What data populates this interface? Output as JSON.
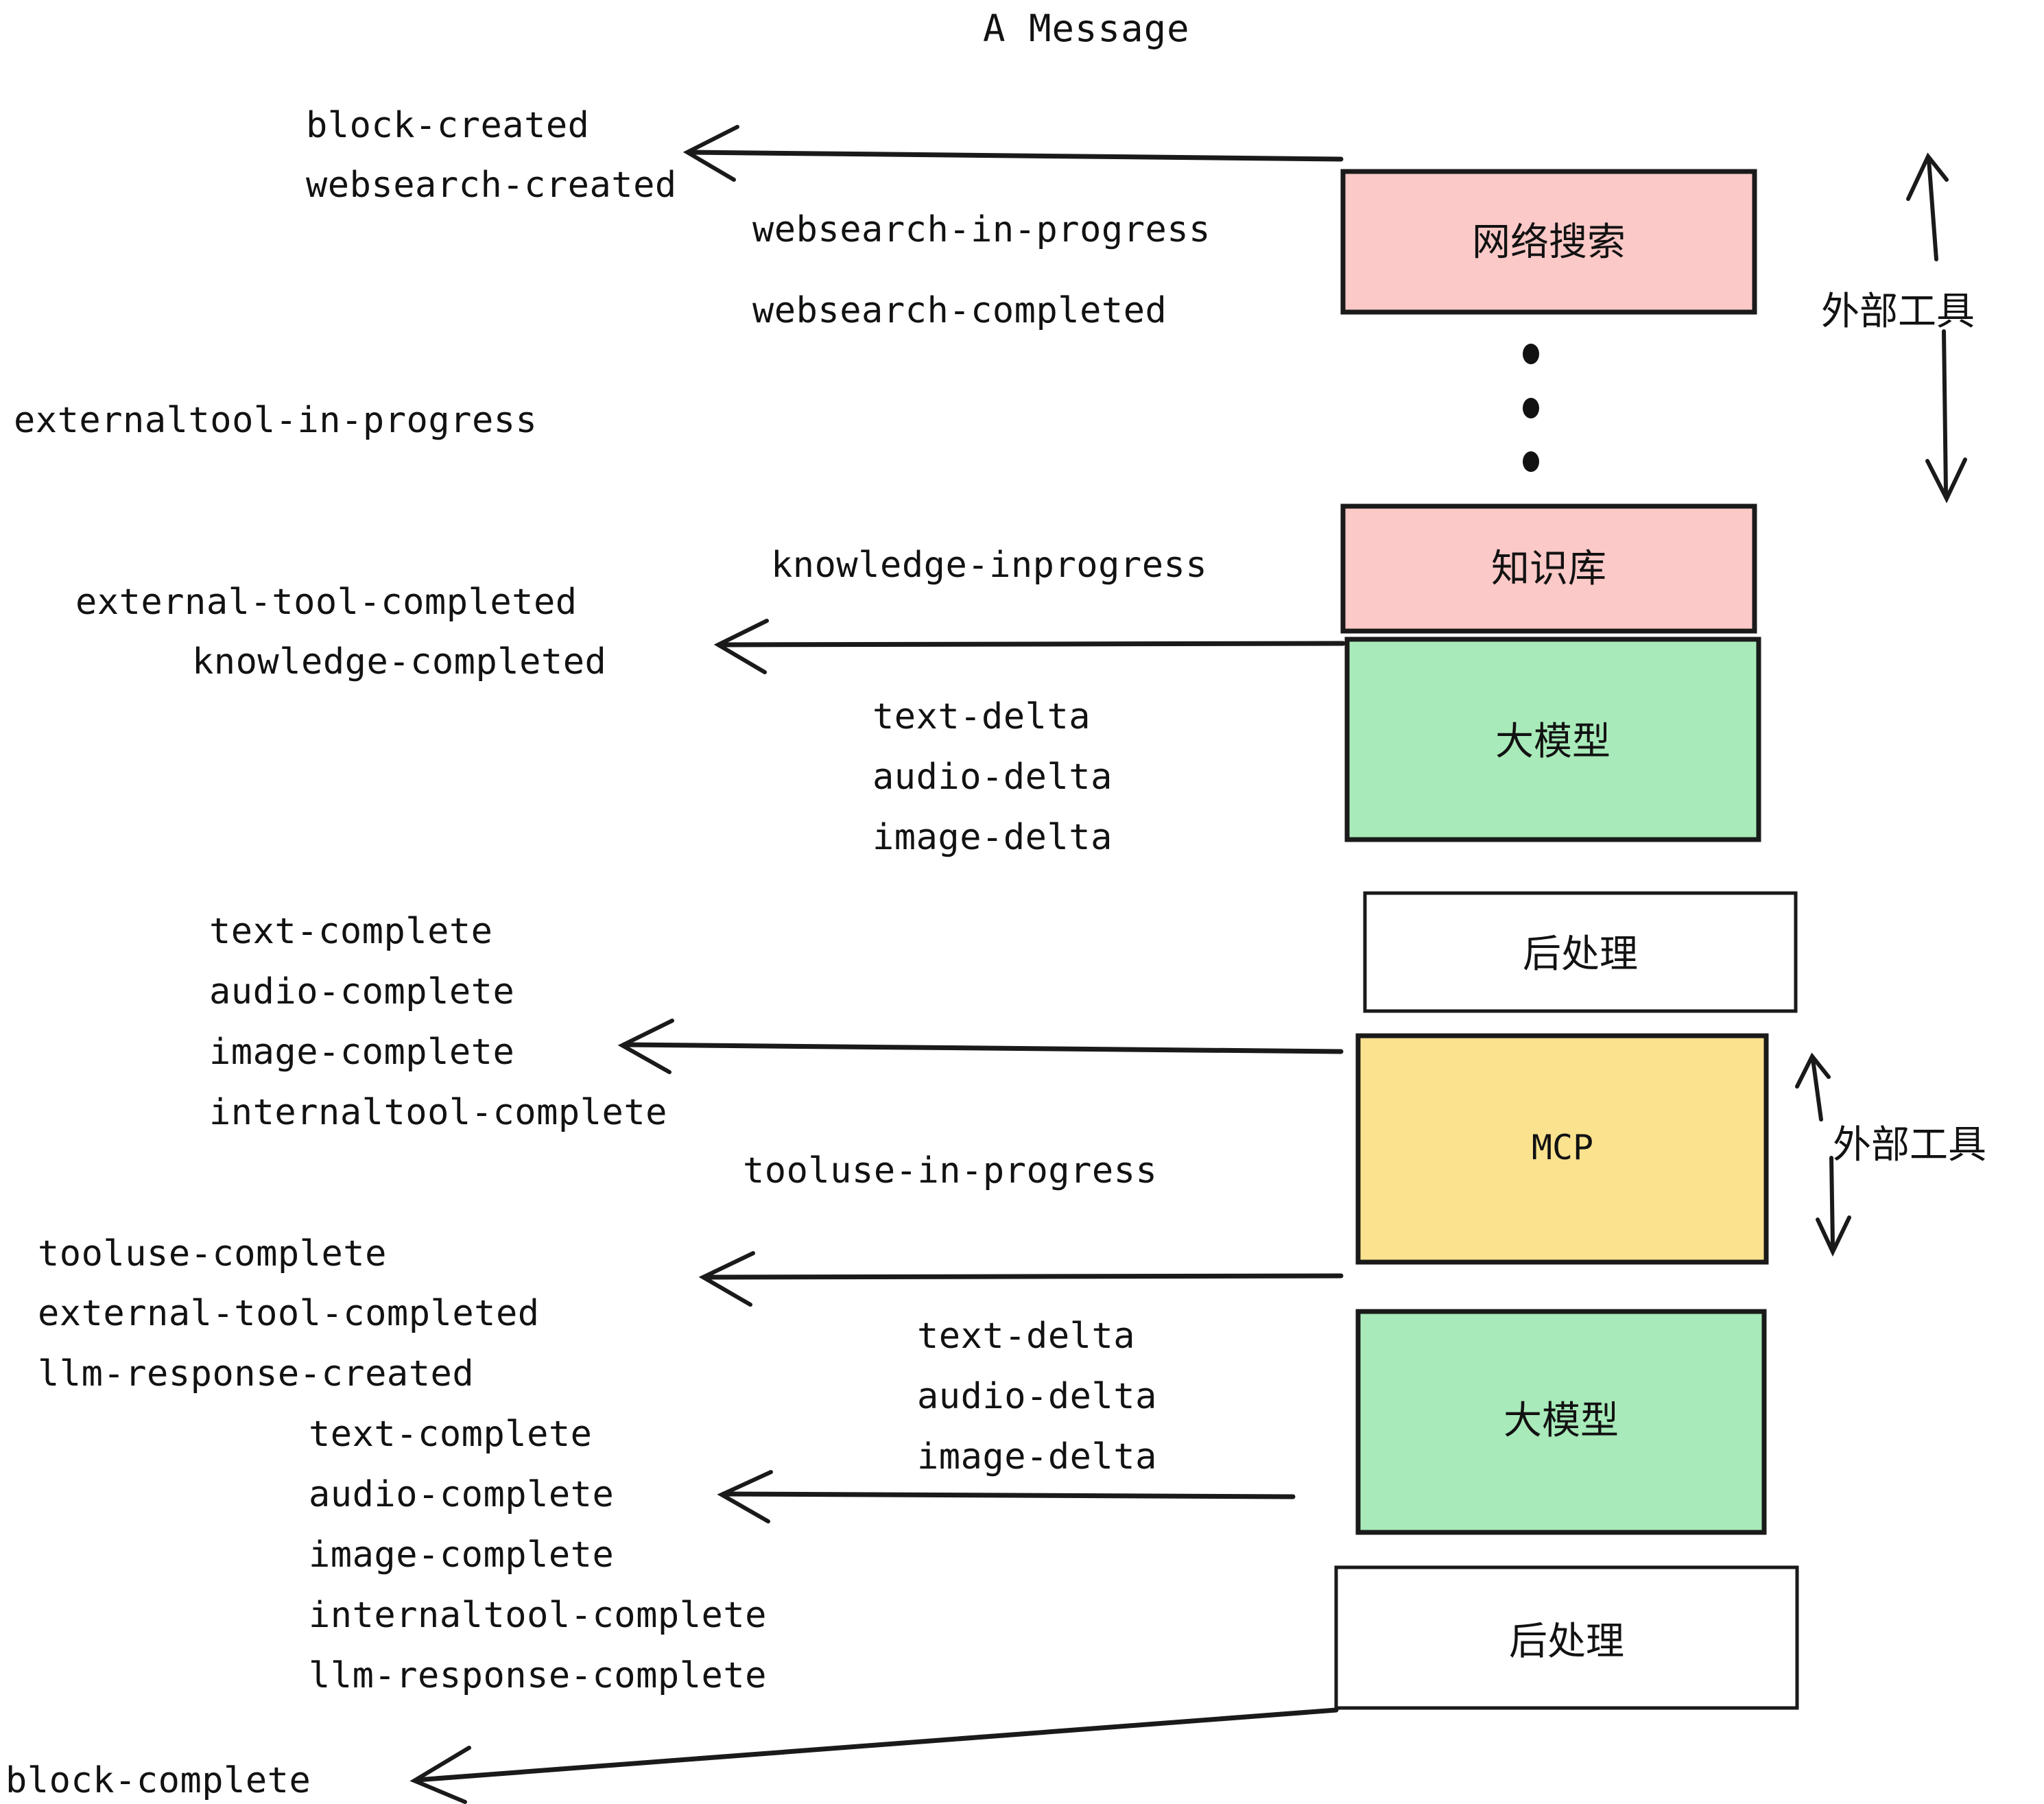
{
  "title": "A Message",
  "boxes": [
    {
      "id": "websearch",
      "label": "网络搜索",
      "color": "#fbc9c7",
      "lang": "cn"
    },
    {
      "id": "knowledge",
      "label": "知识库",
      "color": "#fbc9c7",
      "lang": "cn"
    },
    {
      "id": "llm-top",
      "label": "大模型",
      "color": "#a8eab9",
      "lang": "cn"
    },
    {
      "id": "postprocess-top",
      "label": "后处理",
      "color": "#ffffff",
      "lang": "cn"
    },
    {
      "id": "mcp",
      "label": "MCP",
      "color": "#fbe28e",
      "lang": "en"
    },
    {
      "id": "llm-bottom",
      "label": "大模型",
      "color": "#a8eab9",
      "lang": "cn"
    },
    {
      "id": "postprocess-bottom",
      "label": "后处理",
      "color": "#ffffff",
      "lang": "cn"
    }
  ],
  "side_labels": [
    {
      "id": "external-tools-top",
      "label": "外部工具"
    },
    {
      "id": "external-tools-bottom",
      "label": "外部工具"
    }
  ],
  "events": [
    {
      "id": "block-created",
      "text": "block-created"
    },
    {
      "id": "websearch-created",
      "text": "websearch-created"
    },
    {
      "id": "websearch-in-progress",
      "text": "websearch-in-progress"
    },
    {
      "id": "websearch-completed",
      "text": "websearch-completed"
    },
    {
      "id": "externaltool-in-progress",
      "text": "externaltool-in-progress"
    },
    {
      "id": "knowledge-inprogress",
      "text": "knowledge-inprogress"
    },
    {
      "id": "external-tool-completed-1",
      "text": "external-tool-completed"
    },
    {
      "id": "knowledge-completed",
      "text": "knowledge-completed"
    },
    {
      "id": "text-delta-1",
      "text": "text-delta"
    },
    {
      "id": "audio-delta-1",
      "text": "audio-delta"
    },
    {
      "id": "image-delta-1",
      "text": "image-delta"
    },
    {
      "id": "text-complete-1",
      "text": "text-complete"
    },
    {
      "id": "audio-complete-1",
      "text": "audio-complete"
    },
    {
      "id": "image-complete-1",
      "text": "image-complete"
    },
    {
      "id": "internaltool-complete-1",
      "text": "internaltool-complete"
    },
    {
      "id": "tooluse-in-progress",
      "text": "tooluse-in-progress"
    },
    {
      "id": "tooluse-complete",
      "text": "tooluse-complete"
    },
    {
      "id": "external-tool-completed-2",
      "text": "external-tool-completed"
    },
    {
      "id": "llm-response-created",
      "text": "llm-response-created"
    },
    {
      "id": "text-delta-2",
      "text": "text-delta"
    },
    {
      "id": "audio-delta-2",
      "text": "audio-delta"
    },
    {
      "id": "image-delta-2",
      "text": "image-delta"
    },
    {
      "id": "text-complete-2",
      "text": "text-complete"
    },
    {
      "id": "audio-complete-2",
      "text": "audio-complete"
    },
    {
      "id": "image-complete-2",
      "text": "image-complete"
    },
    {
      "id": "internaltool-complete-2",
      "text": "internaltool-complete"
    },
    {
      "id": "llm-response-complete",
      "text": "llm-response-complete"
    },
    {
      "id": "block-complete",
      "text": "block-complete"
    }
  ],
  "colors": {
    "pink": "#fbc9c7",
    "green": "#a8eab9",
    "yellow": "#fbe28e",
    "white": "#ffffff",
    "stroke": "#1a1a1a",
    "text": "#121212",
    "background": "#ffffff"
  }
}
